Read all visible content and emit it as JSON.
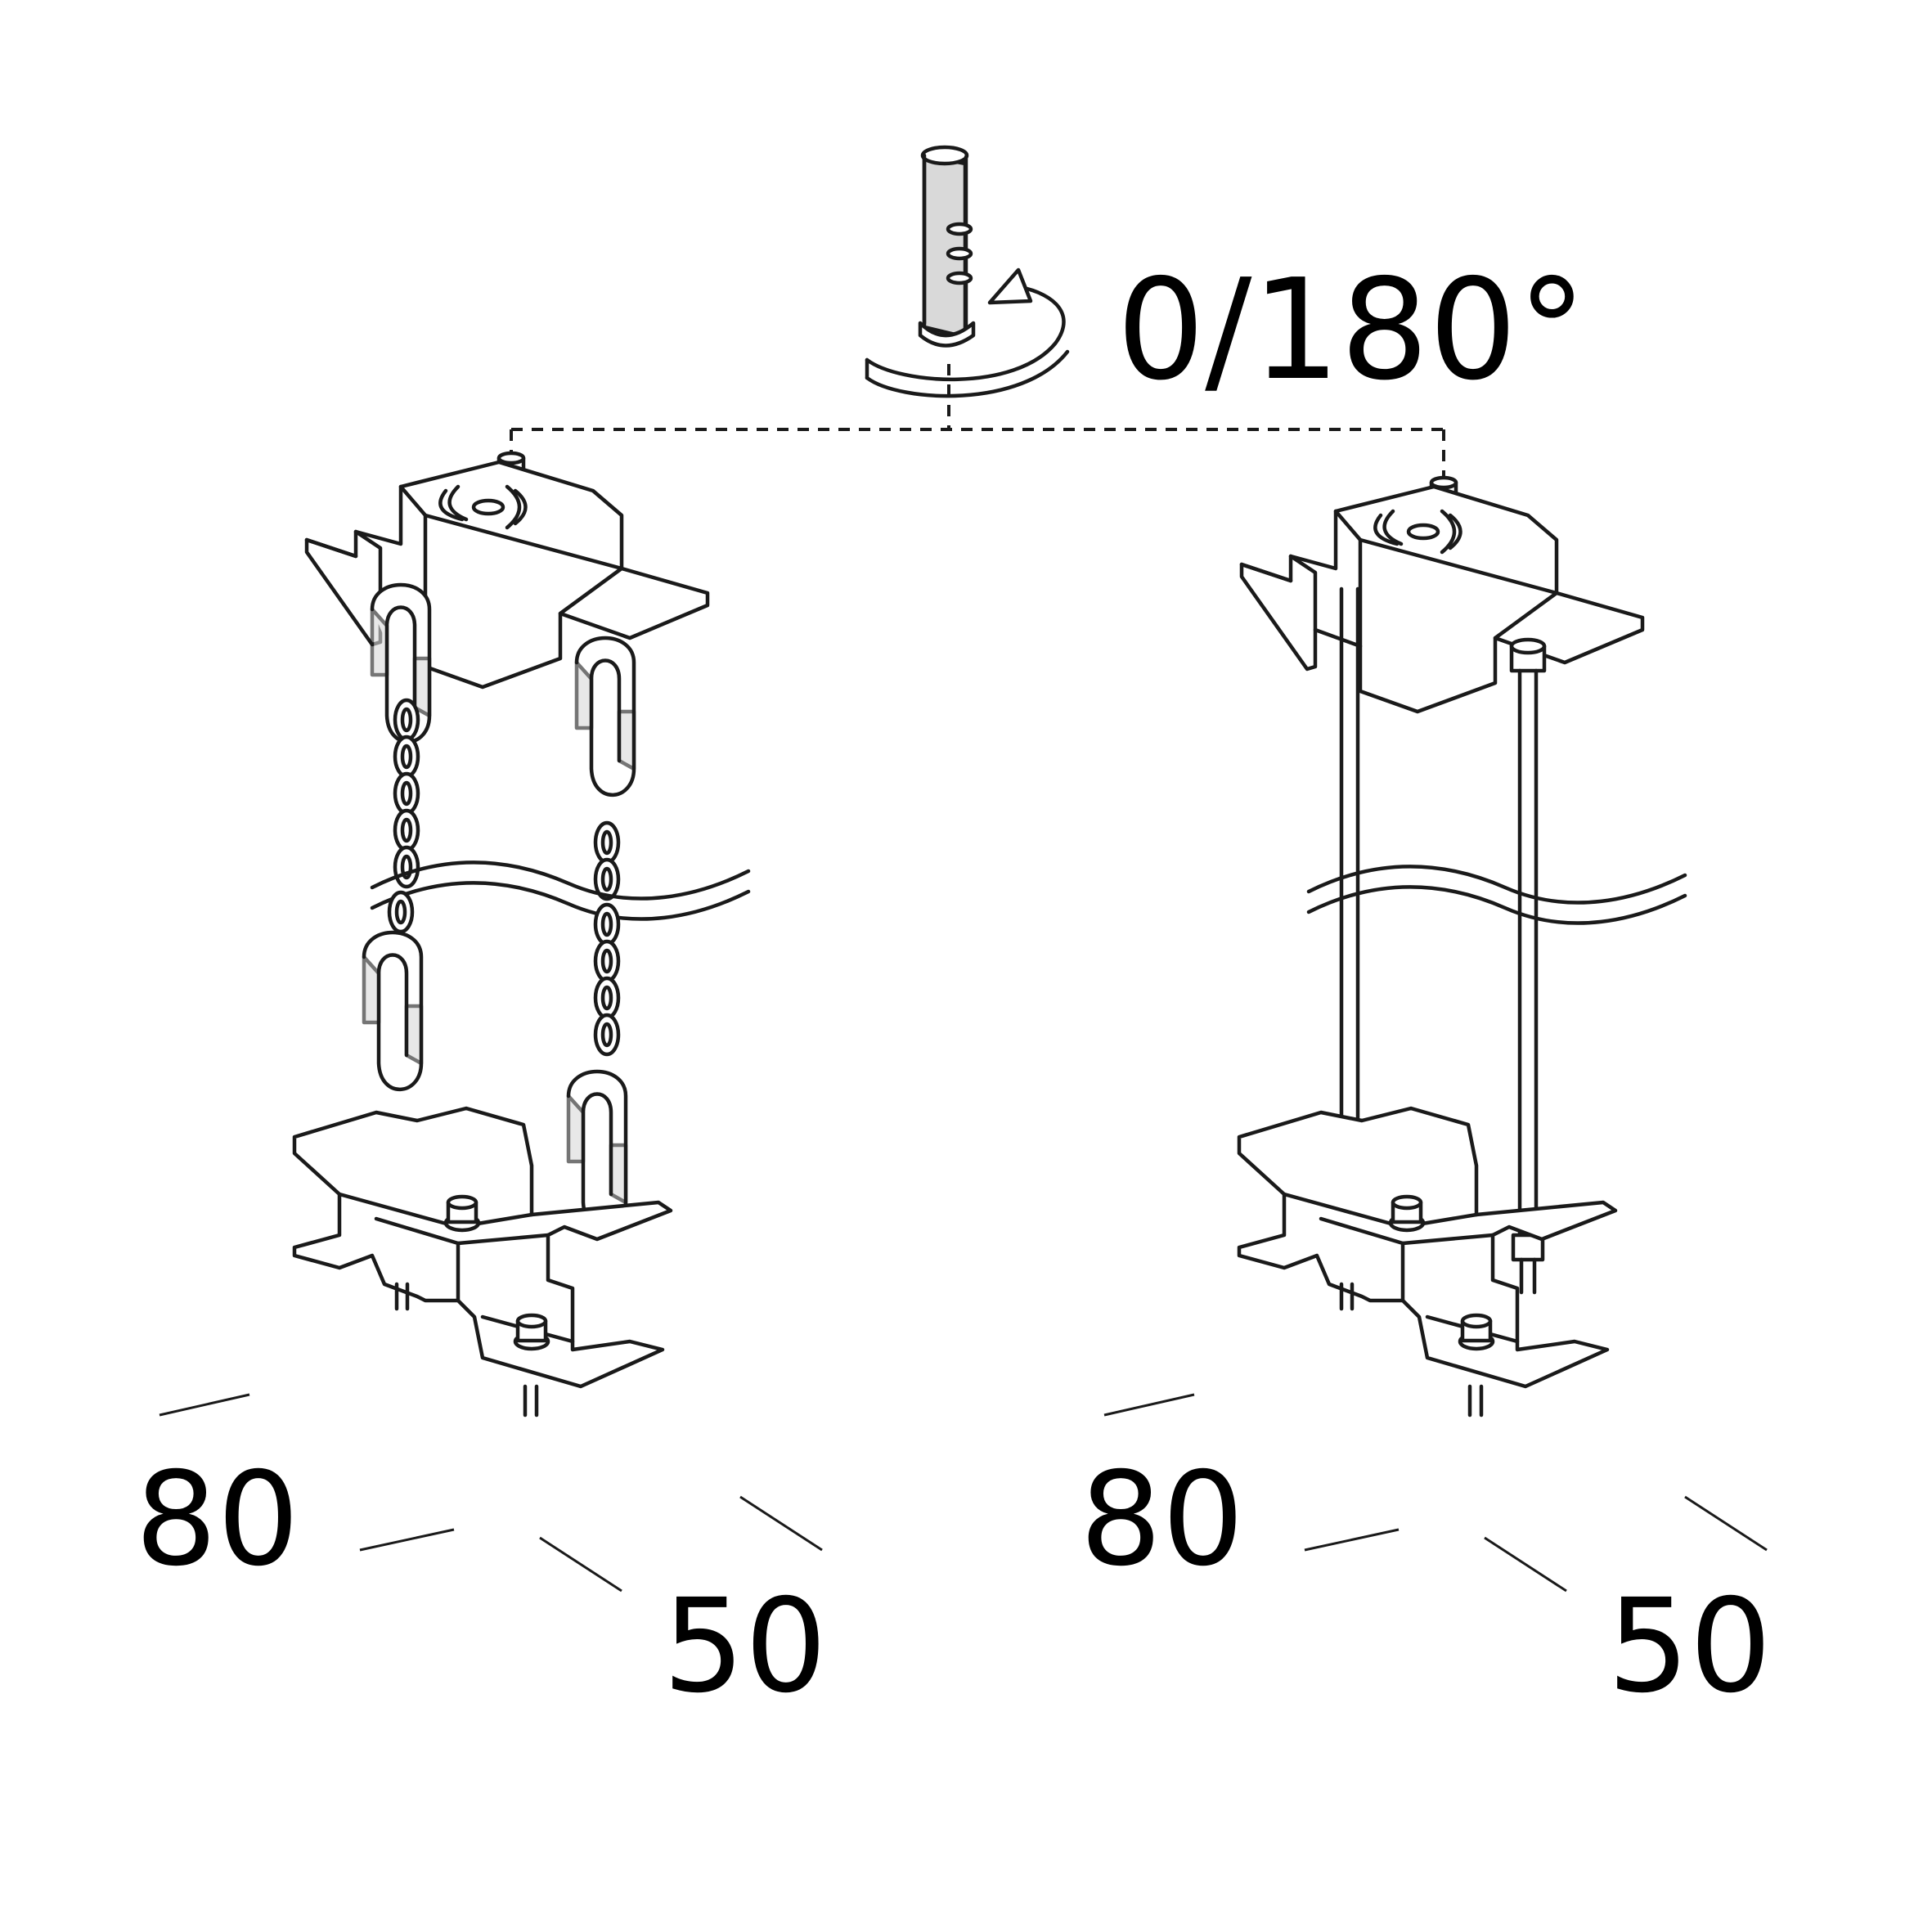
{
  "rotation": {
    "label": "0/180°"
  },
  "assemblies": [
    {
      "id": "chain",
      "dimensions": {
        "a": "80",
        "b": "50"
      }
    },
    {
      "id": "rod",
      "dimensions": {
        "a": "80",
        "b": "50"
      }
    }
  ],
  "colors": {
    "line": "#1a1a1a",
    "background": "#ffffff",
    "shade": "#d9d9d9"
  }
}
